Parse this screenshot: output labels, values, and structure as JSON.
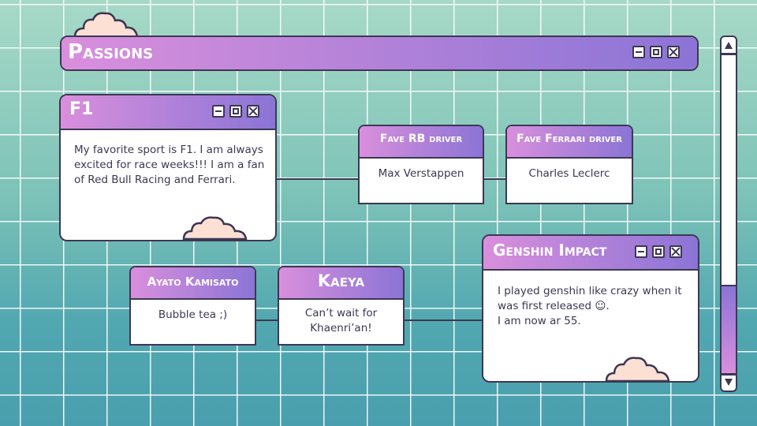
{
  "main": {
    "title": "Passions"
  },
  "f1": {
    "title": "F1",
    "text": "My favorite sport is F1. I am always\nexcited for race weeks!!! I am a fan\nof Red Bull Racing and Ferrari."
  },
  "rb_driver": {
    "title": "Fave RB driver",
    "value": "Max Verstappen"
  },
  "ferrari_driver": {
    "title": "Fave Ferrari driver",
    "value": "Charles Leclerc"
  },
  "genshin": {
    "title": "Genshin Impact",
    "text": "I played genshin like crazy when it\nwas first released ☺.\nI am now ar 55."
  },
  "ayato": {
    "title": "Ayato Kamisato",
    "value": "Bubble tea ;)"
  },
  "kaeya": {
    "title": "Kaeya",
    "value": "Can’t wait for\nKhaenri’an!"
  },
  "colors": {
    "gradient_start": "#d98fdc",
    "gradient_end": "#8b74d6",
    "outline": "#3d3753",
    "cloud": "#fde0d4"
  }
}
